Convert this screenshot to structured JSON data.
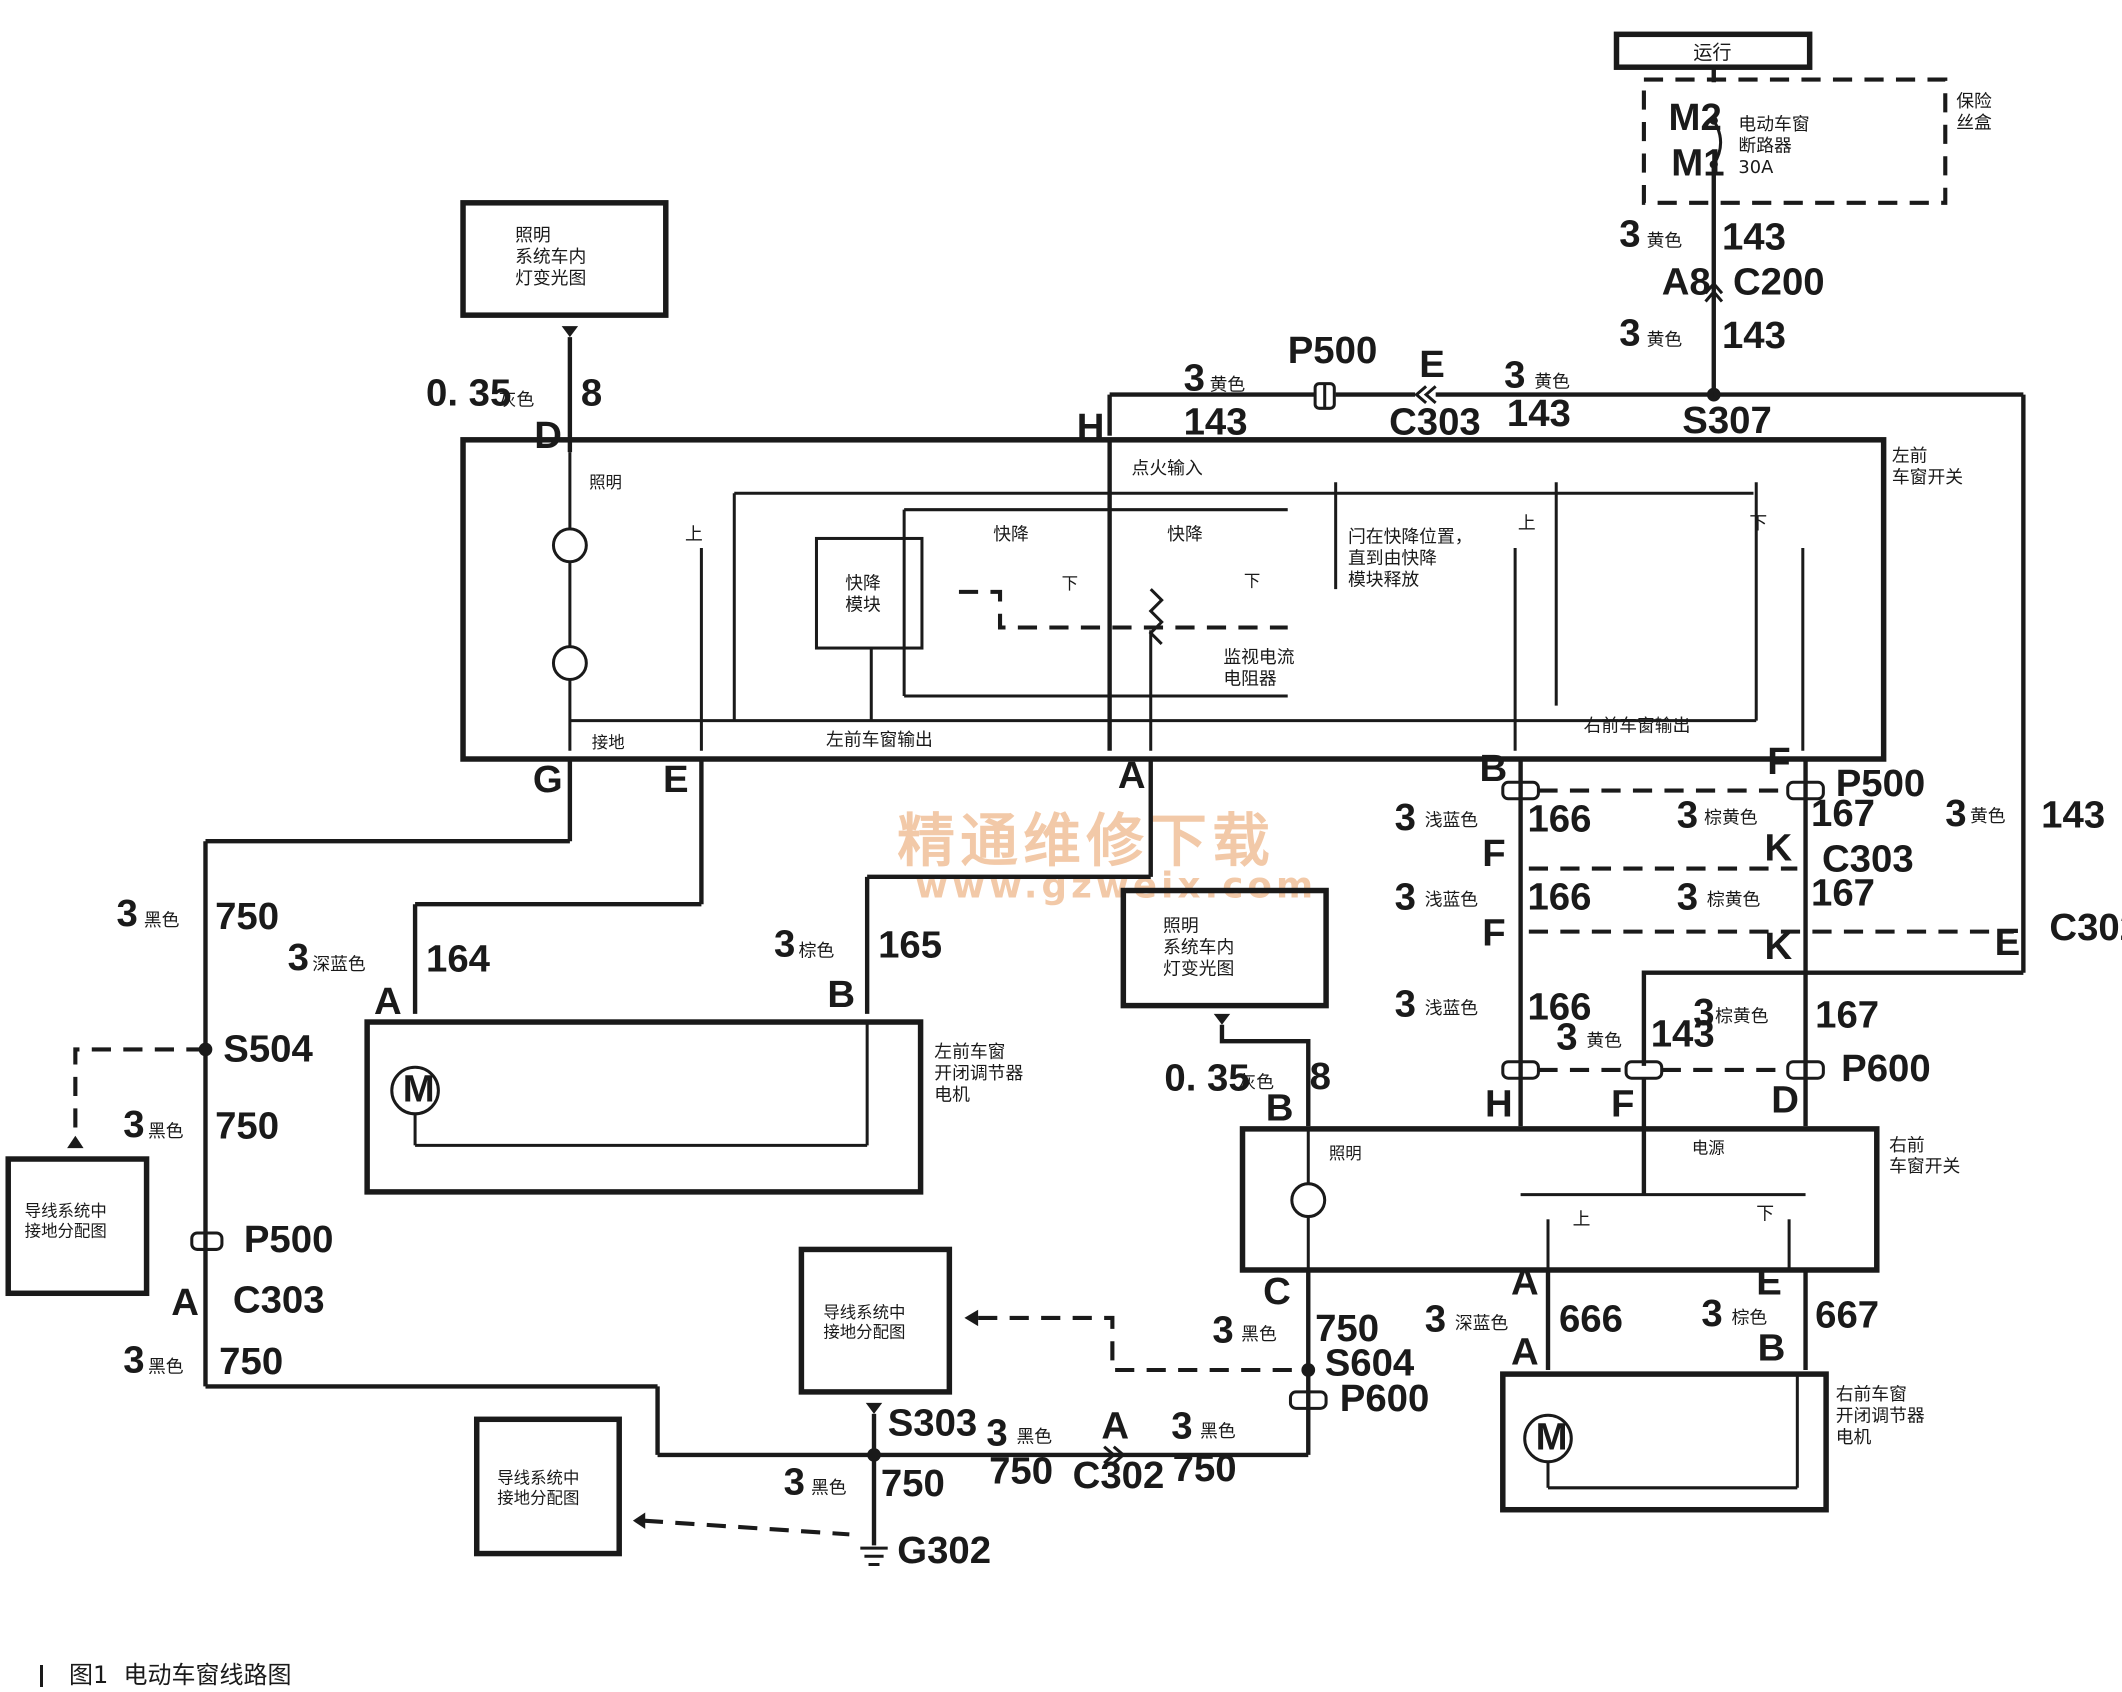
{
  "run": "运行",
  "fuse_box": {
    "title": "保险\n丝盒",
    "breaker": "电动车窗\n断路器\n30A",
    "m2": "M2",
    "m1": "M1"
  },
  "lighting_ref": "照明\n系统车内\n灯变光图",
  "ground_ref": "导线系统中\n接地分配图",
  "left_switch": {
    "title": "左前\n车窗开关",
    "lighting": "照明",
    "ignition_input": "点火输入",
    "express_down_left": "快降",
    "express_down_right": "快降",
    "express_module": "快降\n模块",
    "down": "下",
    "up": "上",
    "latch_note": "闩在快降位置，\n直到由快降\n模块释放",
    "current_resistor": "监视电流\n电阻器",
    "ground": "接地",
    "left_output": "左前车窗输出",
    "right_output": "右前车窗输出"
  },
  "right_switch": {
    "title": "右前\n车窗开关",
    "lighting": "照明",
    "power": "电源",
    "up": "上",
    "down": "下"
  },
  "left_motor": {
    "title": "左前车窗\n开闭调节器\n电机",
    "symbol": "M"
  },
  "right_motor": {
    "title": "右前车窗\n开闭调节器\n电机",
    "symbol": "M"
  },
  "colors": {
    "yellow": "黄色",
    "gray": "灰色",
    "black": "黑色",
    "dark_blue": "深蓝色",
    "brown": "棕色",
    "light_blue": "浅蓝色",
    "tan": "棕黄色"
  },
  "labels": {
    "c200": "C200",
    "a8": "A8",
    "s307": "S307",
    "p500": "P500",
    "c303": "C303",
    "c302": "C302",
    "p600": "P600",
    "s504": "S504",
    "s303": "S303",
    "s604": "S604",
    "g302": "G302",
    "w143": "143",
    "w8": "8",
    "w750": "750",
    "w164": "164",
    "w165": "165",
    "w166": "166",
    "w167": "167",
    "w666": "666",
    "w667": "667",
    "g3": "3",
    "g035": "0. 35",
    "pA": "A",
    "pB": "B",
    "pC": "C",
    "pD": "D",
    "pE": "E",
    "pF": "F",
    "pG": "G",
    "pH": "H",
    "pK": "K"
  },
  "watermark": {
    "cn": "精通维修下载",
    "url": "www.gzweix.com"
  },
  "caption": {
    "fig": "图1",
    "title": "电动车窗线路图"
  }
}
